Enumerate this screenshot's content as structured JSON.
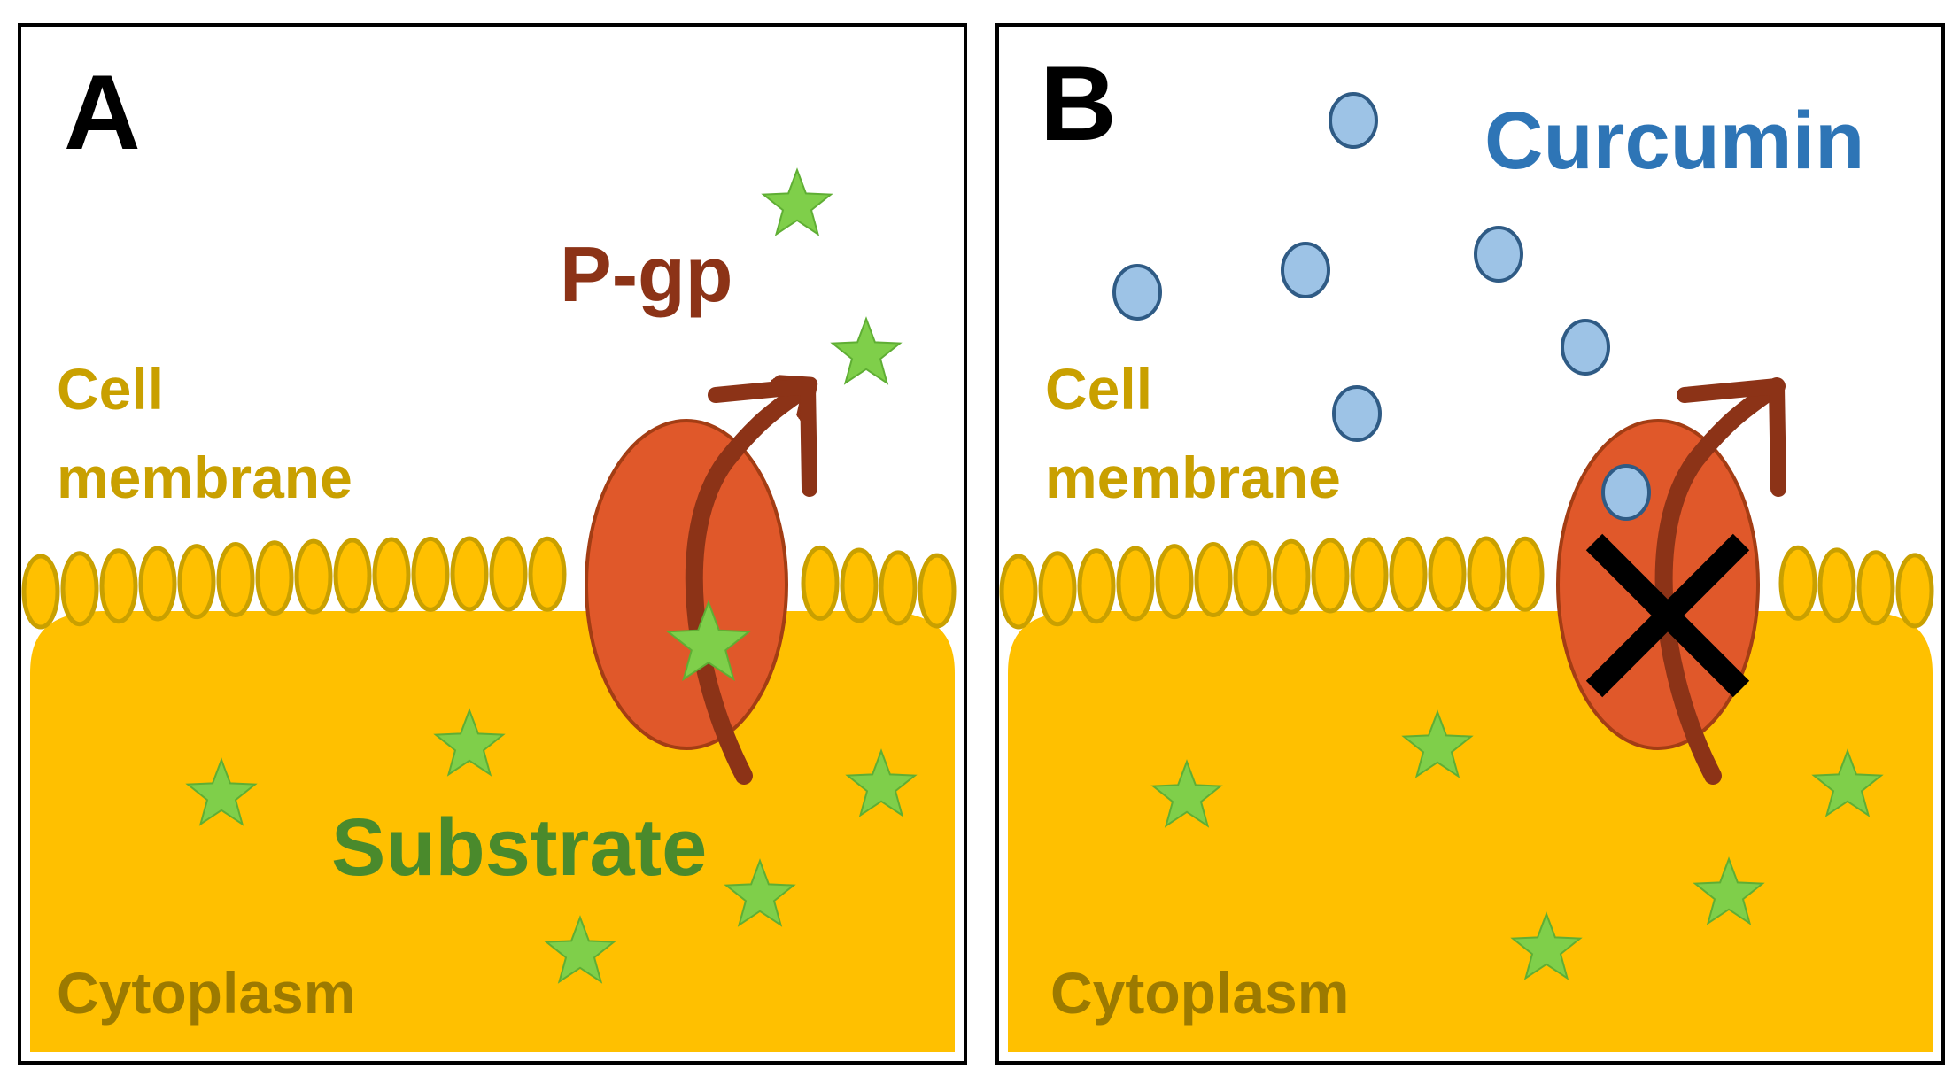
{
  "panels": [
    {
      "letter": "A",
      "membrane_label_line1": "Cell",
      "membrane_label_line2": "membrane",
      "cytoplasm_label": "Cytoplasm",
      "transporter_label": "P-gp",
      "substrate_label": "Substrate"
    },
    {
      "letter": "B",
      "membrane_label_line1": "Cell",
      "membrane_label_line2": "membrane",
      "cytoplasm_label": "Cytoplasm",
      "inhibitor_label": "Curcumin"
    }
  ],
  "colors": {
    "cytoplasm": "#ffc000",
    "membrane_stroke": "#c9a000",
    "membrane_text": "#c9a000",
    "cytoplasm_text": "#9c7a00",
    "pgp_body": "#e0582a",
    "pgp_arrow": "#8c3317",
    "pgp_text": "#8c3317",
    "substrate_fill": "#7fcf4a",
    "substrate_text": "#4a8a2c",
    "curcumin_fill": "#9dc3e6",
    "curcumin_stroke": "#2f5b85",
    "curcumin_text": "#2e75b6",
    "block_x": "#000000"
  }
}
